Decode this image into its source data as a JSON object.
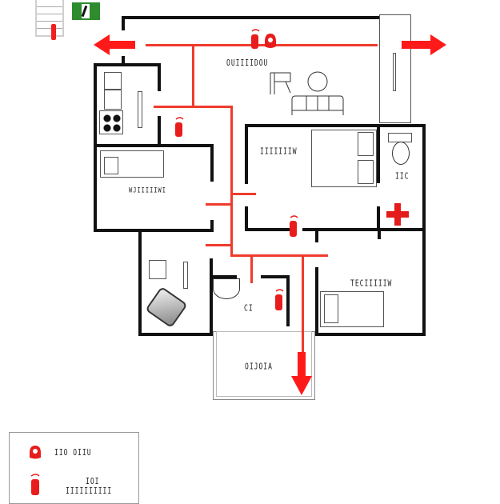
{
  "diagram": {
    "type": "evacuation floor plan",
    "colors": {
      "wall": "#111111",
      "evacuation_route": "#ef3b2c",
      "arrow": "#ff1a1a",
      "exit_sign": "#2e8b2e",
      "first_aid": "#e41b1b",
      "extinguisher": "#e81c1c"
    },
    "rooms": [
      {
        "id": "living-room",
        "label": "OUIIIIDOU"
      },
      {
        "id": "kitchen",
        "label": ""
      },
      {
        "id": "bedroom-1",
        "label": "WJIIIIIWI"
      },
      {
        "id": "bedroom-2",
        "label": "IIIIIIIW"
      },
      {
        "id": "bathroom-1",
        "label": "IIC"
      },
      {
        "id": "study",
        "label": ""
      },
      {
        "id": "bathroom-2",
        "label": "CI"
      },
      {
        "id": "bedroom-3",
        "label": "TECIIIIIW"
      },
      {
        "id": "balcony",
        "label": "OIJOIA"
      }
    ],
    "symbols": {
      "exit_arrows": [
        "left",
        "right",
        "down"
      ],
      "first_aid": "first-aid-cross",
      "exit_sign": "running-man-exit",
      "extinguishers": 5,
      "alarm": 1
    }
  },
  "legend": {
    "items": [
      {
        "icon": "fire-alarm-icon",
        "label": "IIO OIIU"
      },
      {
        "icon": "fire-extinguisher-icon",
        "label_line1": "IOI",
        "label_line2": "IIIIIIIIII"
      }
    ]
  }
}
